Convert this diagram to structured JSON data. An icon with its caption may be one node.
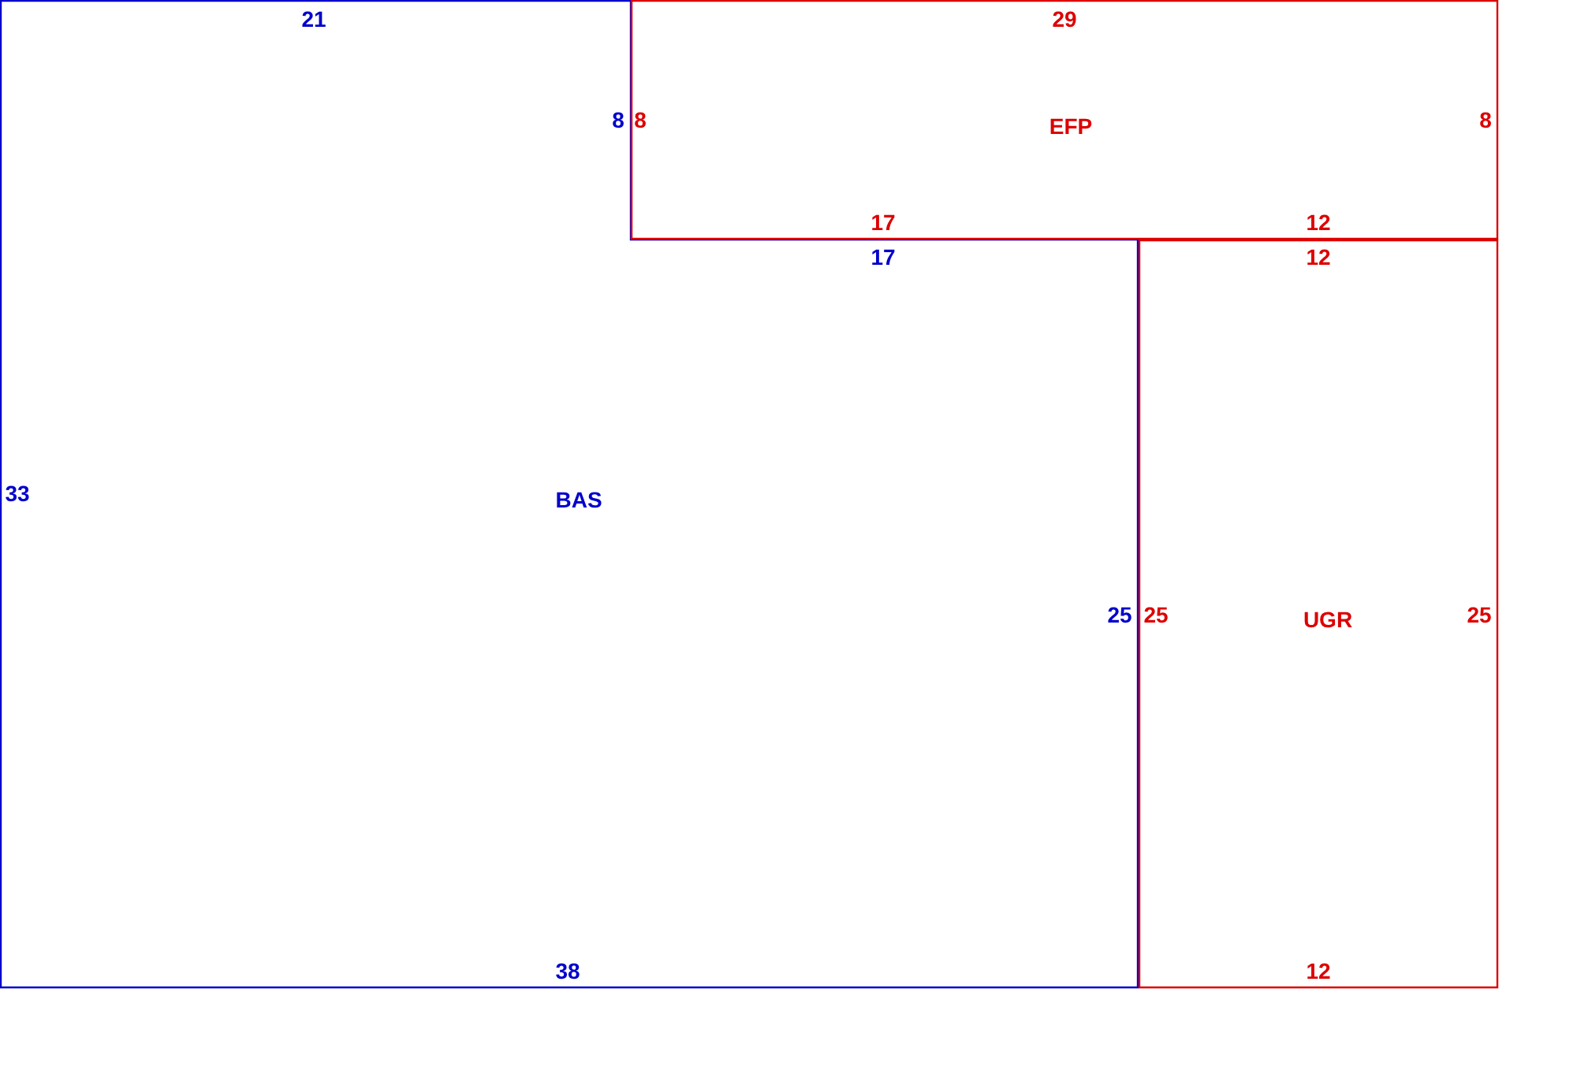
{
  "diagram": {
    "nodes": [
      {
        "text": [
          "BAS"
        ]
      },
      {
        "text": [
          "EFP"
        ]
      },
      {
        "text": [
          "UGR"
        ]
      }
    ],
    "labels": [
      "21",
      "29",
      "8",
      "8",
      "8",
      "17",
      "12",
      "17",
      "12",
      "33",
      "25",
      "25",
      "25",
      "38",
      "12"
    ]
  }
}
